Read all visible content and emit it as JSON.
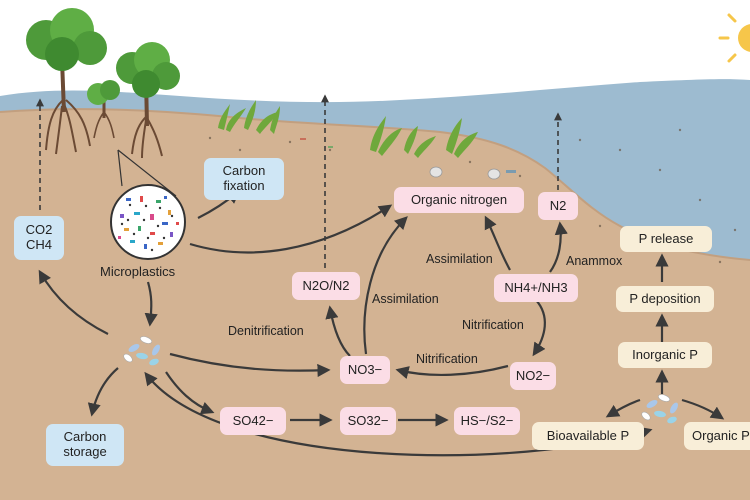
{
  "carbon": {
    "co2_ch4": [
      "CO2",
      "CH4"
    ],
    "fixation": [
      "Carbon",
      "fixation"
    ],
    "storage": [
      "Carbon",
      "storage"
    ]
  },
  "microplastics_label": "Microplastics",
  "nitrogen": {
    "organic": "Organic nitrogen",
    "n2": "N2",
    "n2o_n2": "N2O/N2",
    "nh4_nh3": "NH4+/NH3",
    "no3": "NO3−",
    "no2": "NO2−",
    "assimilation_left": "Assimilation",
    "assimilation_right": "Assimilation",
    "anammox": "Anammox",
    "nitrification_upper": "Nitrification",
    "nitrification_lower": "Nitrification",
    "denitrification": "Denitrification"
  },
  "sulfur": {
    "so4": "SO42−",
    "so3": "SO32−",
    "hs_s": "HS−/S2−"
  },
  "phosphorus": {
    "release": "P release",
    "deposition": "P deposition",
    "inorganic": "Inorganic P",
    "bioavailable": "Bioavailable P",
    "organic": "Organic P"
  },
  "colors": {
    "carbon_box": "#cfe6f5",
    "nitrogen_sulfur_box": "#fbdde6",
    "phosphorus_box": "#f8eed8",
    "sediment": "#d3b393",
    "water": "#9dbbd0",
    "arrow": "#3a3a3a"
  }
}
